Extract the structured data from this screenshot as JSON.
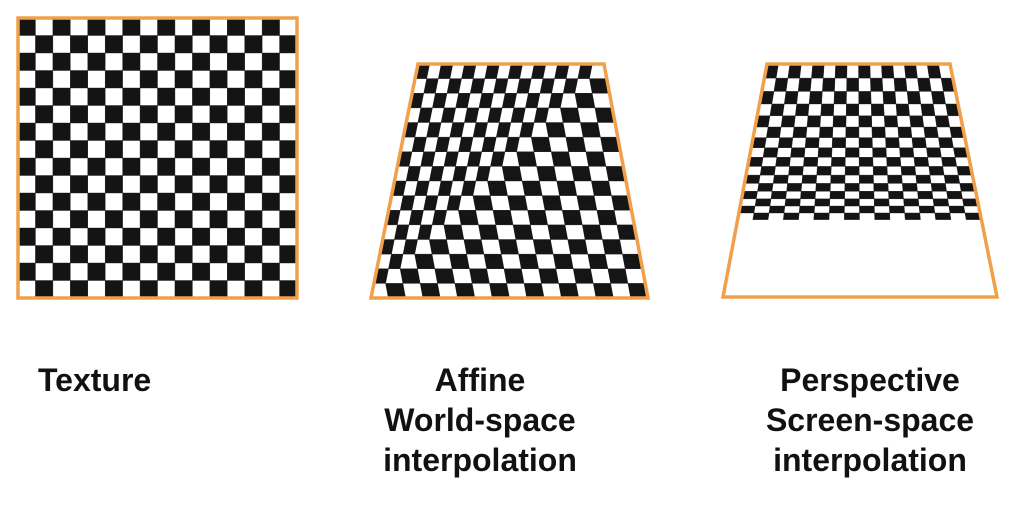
{
  "colors": {
    "border": "#f0a04b",
    "dark": "#141414",
    "light": "#ffffff"
  },
  "panels": [
    {
      "id": "texture",
      "mapping": "flat",
      "caption_lines": [
        "Texture"
      ]
    },
    {
      "id": "affine",
      "mapping": "affine",
      "caption_lines": [
        "Affine",
        "World-space",
        "interpolation"
      ]
    },
    {
      "id": "perspective",
      "mapping": "perspective",
      "caption_lines": [
        "Perspective",
        "Screen-space",
        "interpolation"
      ]
    }
  ],
  "checker": {
    "columns": 16,
    "rows": 16
  }
}
